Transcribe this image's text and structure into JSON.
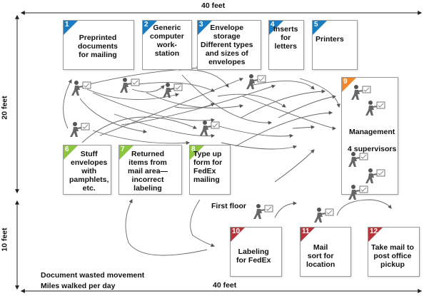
{
  "dimensions": {
    "top": "40 feet",
    "bottom": "40 feet",
    "left_upper": "20 feet",
    "left_lower": "10 feet"
  },
  "colors": {
    "blue": "#1a7dc1",
    "green": "#8cc63f",
    "orange": "#f0872c",
    "red": "#b6353a"
  },
  "stations": [
    {
      "num": "1",
      "label": "Preprinted documents for mailing",
      "lines": [
        "Preprinted",
        "documents",
        "for mailing"
      ],
      "color": "blue"
    },
    {
      "num": "2",
      "label": "Generic computer work-station",
      "lines": [
        "Generic",
        "computer",
        "work-",
        "station"
      ],
      "color": "blue"
    },
    {
      "num": "3",
      "label": "Envelope storage Different types and sizes of envelopes",
      "lines": [
        "Envelope",
        "storage",
        "Different types",
        "and sizes of",
        "envelopes"
      ],
      "color": "blue"
    },
    {
      "num": "4",
      "label": "Inserts for letters",
      "lines": [
        "Inserts",
        "for",
        "letters"
      ],
      "color": "blue"
    },
    {
      "num": "5",
      "label": "Printers",
      "lines": [
        "Printers"
      ],
      "color": "blue"
    },
    {
      "num": "6",
      "label": "Stuff envelopes with pamphlets, etc.",
      "lines": [
        "Stuff",
        "envelopes",
        "with",
        "pamphlets,",
        "etc."
      ],
      "color": "green"
    },
    {
      "num": "7",
      "label": "Returned items from mail area—incorrect labeling",
      "lines": [
        "Returned",
        "items from",
        "mail area—",
        "incorrect",
        "labeling"
      ],
      "color": "green"
    },
    {
      "num": "8",
      "label": "Type up form for FedEx mailing",
      "lines": [
        "Type up",
        "form for",
        "FedEx",
        "mailing"
      ],
      "color": "green"
    },
    {
      "num": "9",
      "label": "Management 4 supervisors",
      "lines": [
        "Management",
        "",
        "4 supervisors"
      ],
      "color": "orange"
    },
    {
      "num": "10",
      "label": "Labeling for FedEx",
      "lines": [
        "Labeling",
        "for FedEx"
      ],
      "color": "red"
    },
    {
      "num": "11",
      "label": "Mail sort for location",
      "lines": [
        "Mail",
        "sort for",
        "location"
      ],
      "color": "red"
    },
    {
      "num": "12",
      "label": "Take mail to post office pickup",
      "lines": [
        "Take mail to",
        "post office",
        "pickup"
      ],
      "color": "red"
    }
  ],
  "first_floor": "First floor",
  "legend": {
    "line1": "Document wasted movement",
    "line2": "Miles walked per day"
  },
  "icons": {
    "worker": "walking-worker-icon"
  }
}
